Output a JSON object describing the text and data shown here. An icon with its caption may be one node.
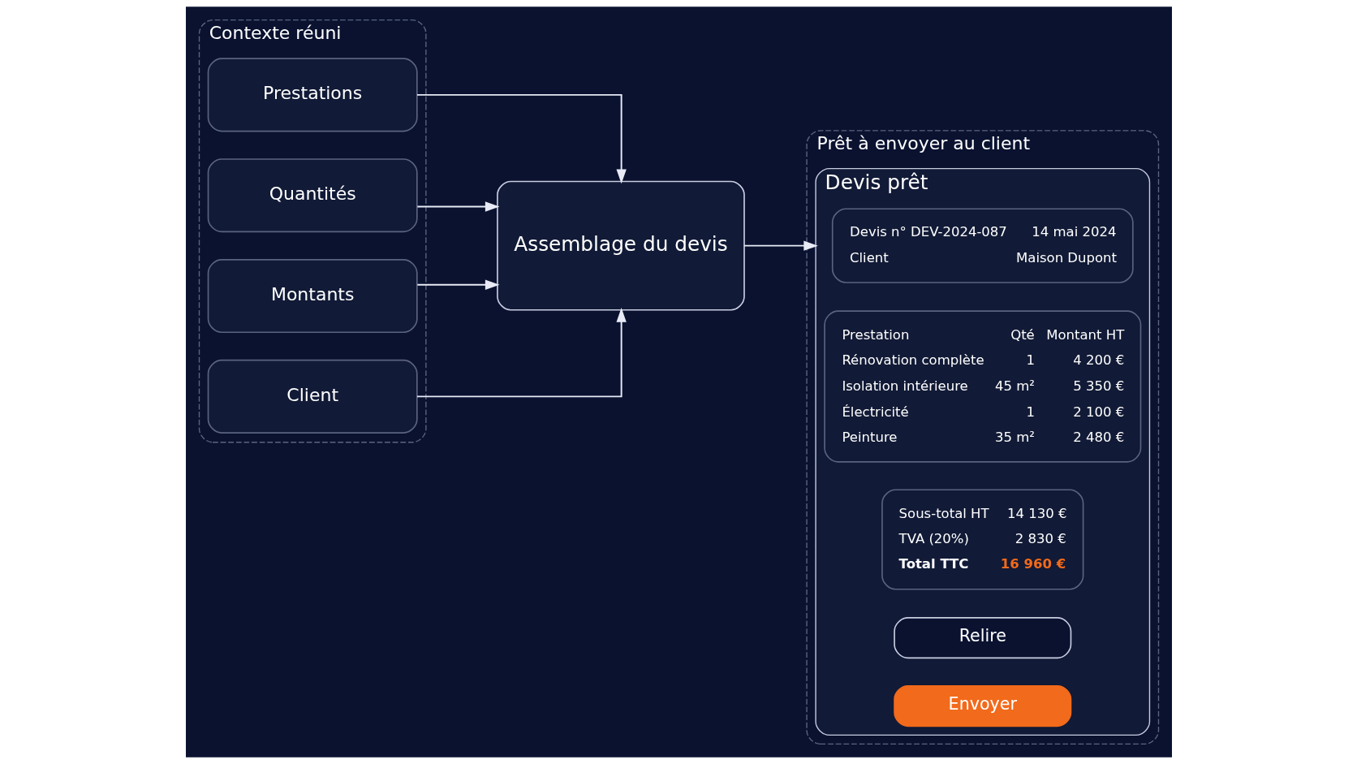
{
  "diagram": {
    "nodes": [
      {
        "text": [
          "Contexte réuni"
        ]
      },
      {
        "text": [
          "Prestations"
        ],
        "in": 0
      },
      {
        "text": [
          "Quantités"
        ],
        "in": 0
      },
      {
        "text": [
          "Montants"
        ],
        "in": 0
      },
      {
        "text": [
          "Client"
        ],
        "in": 0
      },
      {
        "text": [
          "Assemblage du devis"
        ]
      },
      {
        "text": [
          "Prêt à envoyer au client"
        ]
      },
      {
        "text": [
          "Devis prêt"
        ],
        "in": 6
      },
      {
        "text": [
          "Devis n° DEV-2024-087",
          "14 mai 2024",
          "Client",
          "Maison Dupont"
        ],
        "in": 7
      },
      {
        "text": [
          "Prestation",
          "Qté",
          "Montant HT",
          "Rénovation complète",
          "1",
          "4 200 €",
          "Isolation intérieure",
          "45 m²",
          "5 350 €",
          "Électricité",
          "1",
          "2 100 €",
          "Peinture",
          "35 m²",
          "2 480 €"
        ],
        "in": 7
      },
      {
        "text": [
          "Sous-total HT",
          "14 130 €",
          "TVA (20%)",
          "2 830 €",
          "Total TTC",
          "16 960 €"
        ],
        "in": 7
      },
      {
        "text": [
          "Relire"
        ],
        "in": 7
      },
      {
        "text": [
          "Envoyer"
        ],
        "in": 7
      }
    ],
    "edges": [
      {
        "from": 1,
        "to": 5,
        "arrow": "to"
      },
      {
        "from": 2,
        "to": 5,
        "arrow": "to"
      },
      {
        "from": 3,
        "to": 5,
        "arrow": "to"
      },
      {
        "from": 4,
        "to": 5,
        "arrow": "to"
      },
      {
        "from": 5,
        "to": 7,
        "arrow": "to"
      }
    ]
  }
}
